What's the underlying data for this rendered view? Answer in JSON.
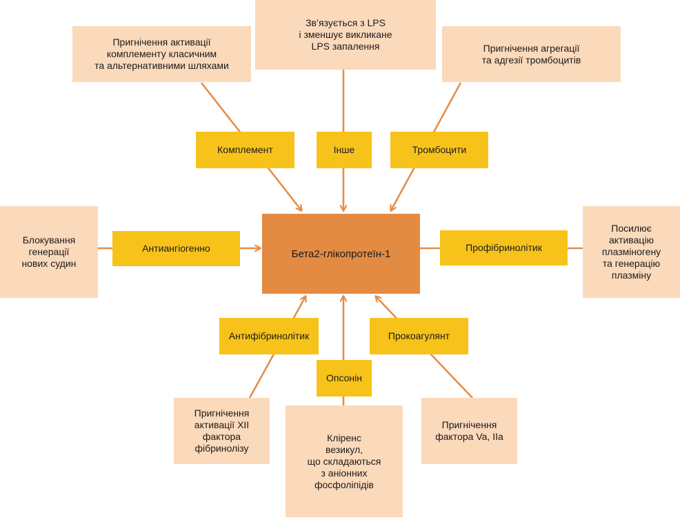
{
  "colors": {
    "peach": "#fbd9bb",
    "yellow": "#f7c31b",
    "center": "#e38b42",
    "line": "#e58d48"
  },
  "center": {
    "label": "Бета2-глікопротеїн-1"
  },
  "categories": {
    "complement": "Комплемент",
    "other": "Інше",
    "platelets": "Тромбоцити",
    "antiangiogenic": "Антиангіогенно",
    "profibrinolytic": "Профібринолітик",
    "antifibrinolytic": "Антифібринолітик",
    "opsonin": "Опсонін",
    "procoagulant": "Прокоагулянт"
  },
  "effects": {
    "complement": "Пригнічення активації\nкомплементу класичним\nта альтернативними шляхами",
    "other": "Зв’язується з LPS\nі зменшує викликане\nLPS запалення",
    "platelets": "Пригнічення агрегації\nта адгезії тромбоцитів",
    "antiangiogenic": "Блокування\nгенерації\nнових судин",
    "profibrinolytic": "Посилює\nактивацію\nплазміногену\nта генерацію\nплазміну",
    "antifibrinolytic": "Пригнічення\nактивації XII\nфактора\nфібринолізу",
    "opsonin": "Кліренс\nвезикул,\nщо складаються\nз аніонних\nфосфоліпідів",
    "procoagulant": "Пригнічення\nфактора Va, IIa"
  }
}
